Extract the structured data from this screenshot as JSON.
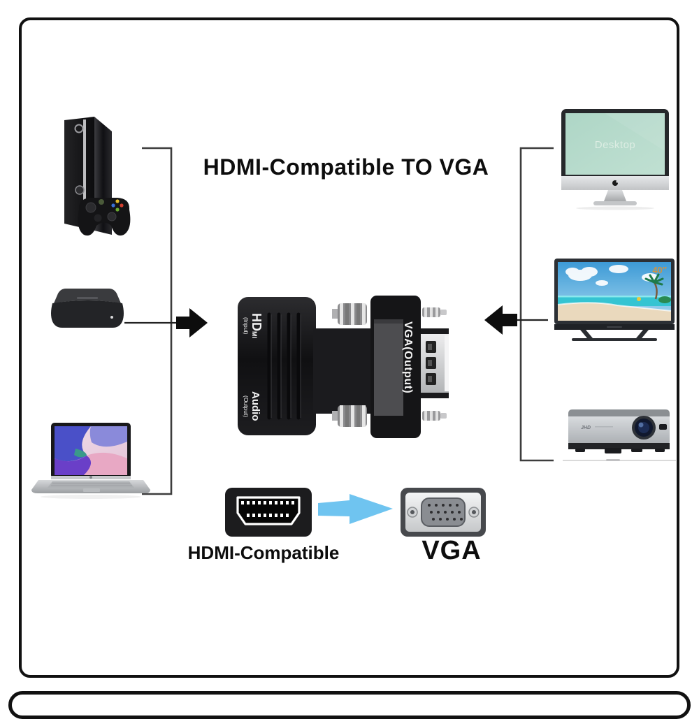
{
  "title": "HDMI-Compatible TO VGA",
  "adapter": {
    "hd_label": "HD",
    "hd_small": "MI",
    "hd_sub": "(Input)",
    "audio_label": "Audio",
    "audio_sub": "(Output)",
    "vga_label": "VGA(Output)"
  },
  "displays": {
    "desktop_label": "Desktop",
    "tv_badge": "40″",
    "projector_logo": "JHD"
  },
  "footer": {
    "hdmi_label": "HDMI-Compatible",
    "vga_label": "VGA"
  },
  "colors": {
    "blue_arrow": "#6fc4f0",
    "connector_line": "#3d3d3d",
    "solid_arrow": "#0d0d0d",
    "mint_screen": "#b4d8ca",
    "tv_badge_color": "#cd9445",
    "adapter_body": "#141416"
  }
}
